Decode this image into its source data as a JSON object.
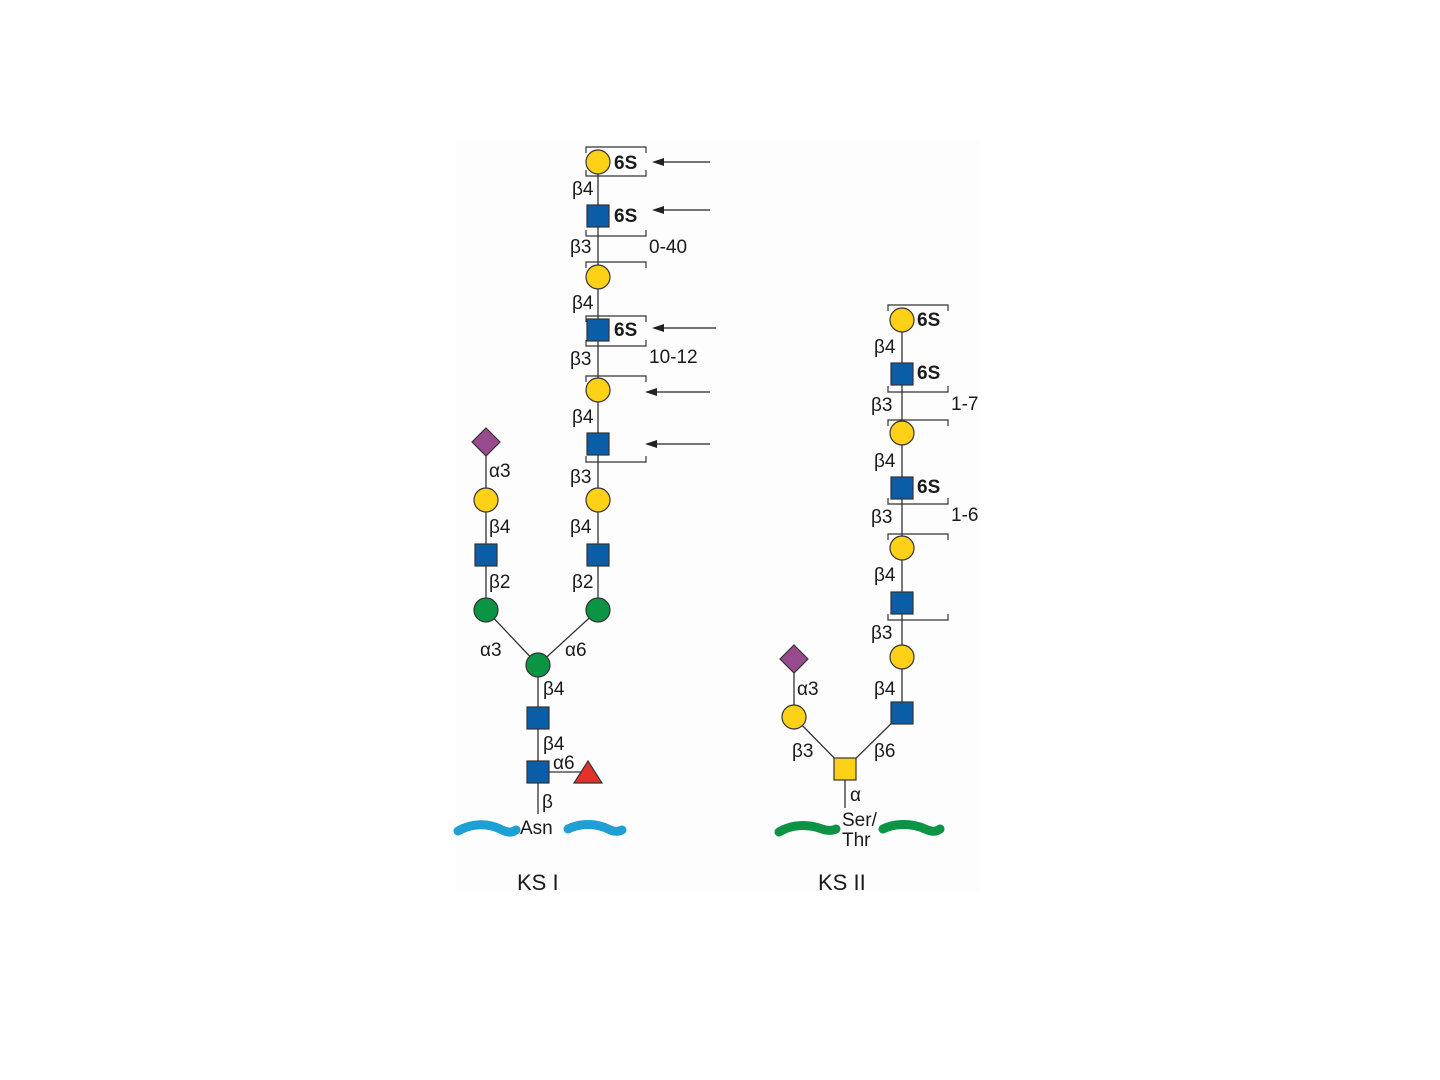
{
  "colors": {
    "galactose": "#fcd116",
    "glcnac": "#0a5ea8",
    "mannose": "#0b9444",
    "neuac": "#974b8c",
    "fucose": "#e5312b",
    "galnac": "#fcd116",
    "peptide_ks1": "#1ea0d6",
    "peptide_ks2": "#0d9345"
  },
  "ks1": {
    "caption": "KS I",
    "anchor": "Asn",
    "bonds": {
      "asn_beta": "β",
      "core_b4_1": "β4",
      "fuc_a6": "α6",
      "core_b4_2": "β4",
      "man_a3": "α3",
      "man_a6": "α6",
      "left_b2": "β2",
      "left_b4": "β4",
      "left_a3": "α3",
      "right_b2": "β2",
      "right_b4": "β4",
      "right_b3_1": "β3",
      "right_b4_2": "β4",
      "right_b3_2": "β3",
      "right_b4_3": "β4",
      "right_b3_3": "β3",
      "right_b4_4": "β4"
    },
    "sulfates": [
      "6S",
      "6S",
      "6S"
    ],
    "repeats": [
      "10-12",
      "0-40"
    ]
  },
  "ks2": {
    "caption": "KS II",
    "anchor_line1": "Ser/",
    "anchor_line2": "Thr",
    "bonds": {
      "core_alpha": "α",
      "left_b3": "β3",
      "left_a3": "α3",
      "right_b6": "β6",
      "right_b4_1": "β4",
      "right_b3_1": "β3",
      "right_b4_2": "β4",
      "right_b3_2": "β3",
      "right_b4_3": "β4",
      "right_b3_3": "β3",
      "right_b4_4": "β4"
    },
    "sulfates": [
      "6S",
      "6S",
      "6S"
    ],
    "repeats": [
      "1-6",
      "1-7"
    ]
  }
}
